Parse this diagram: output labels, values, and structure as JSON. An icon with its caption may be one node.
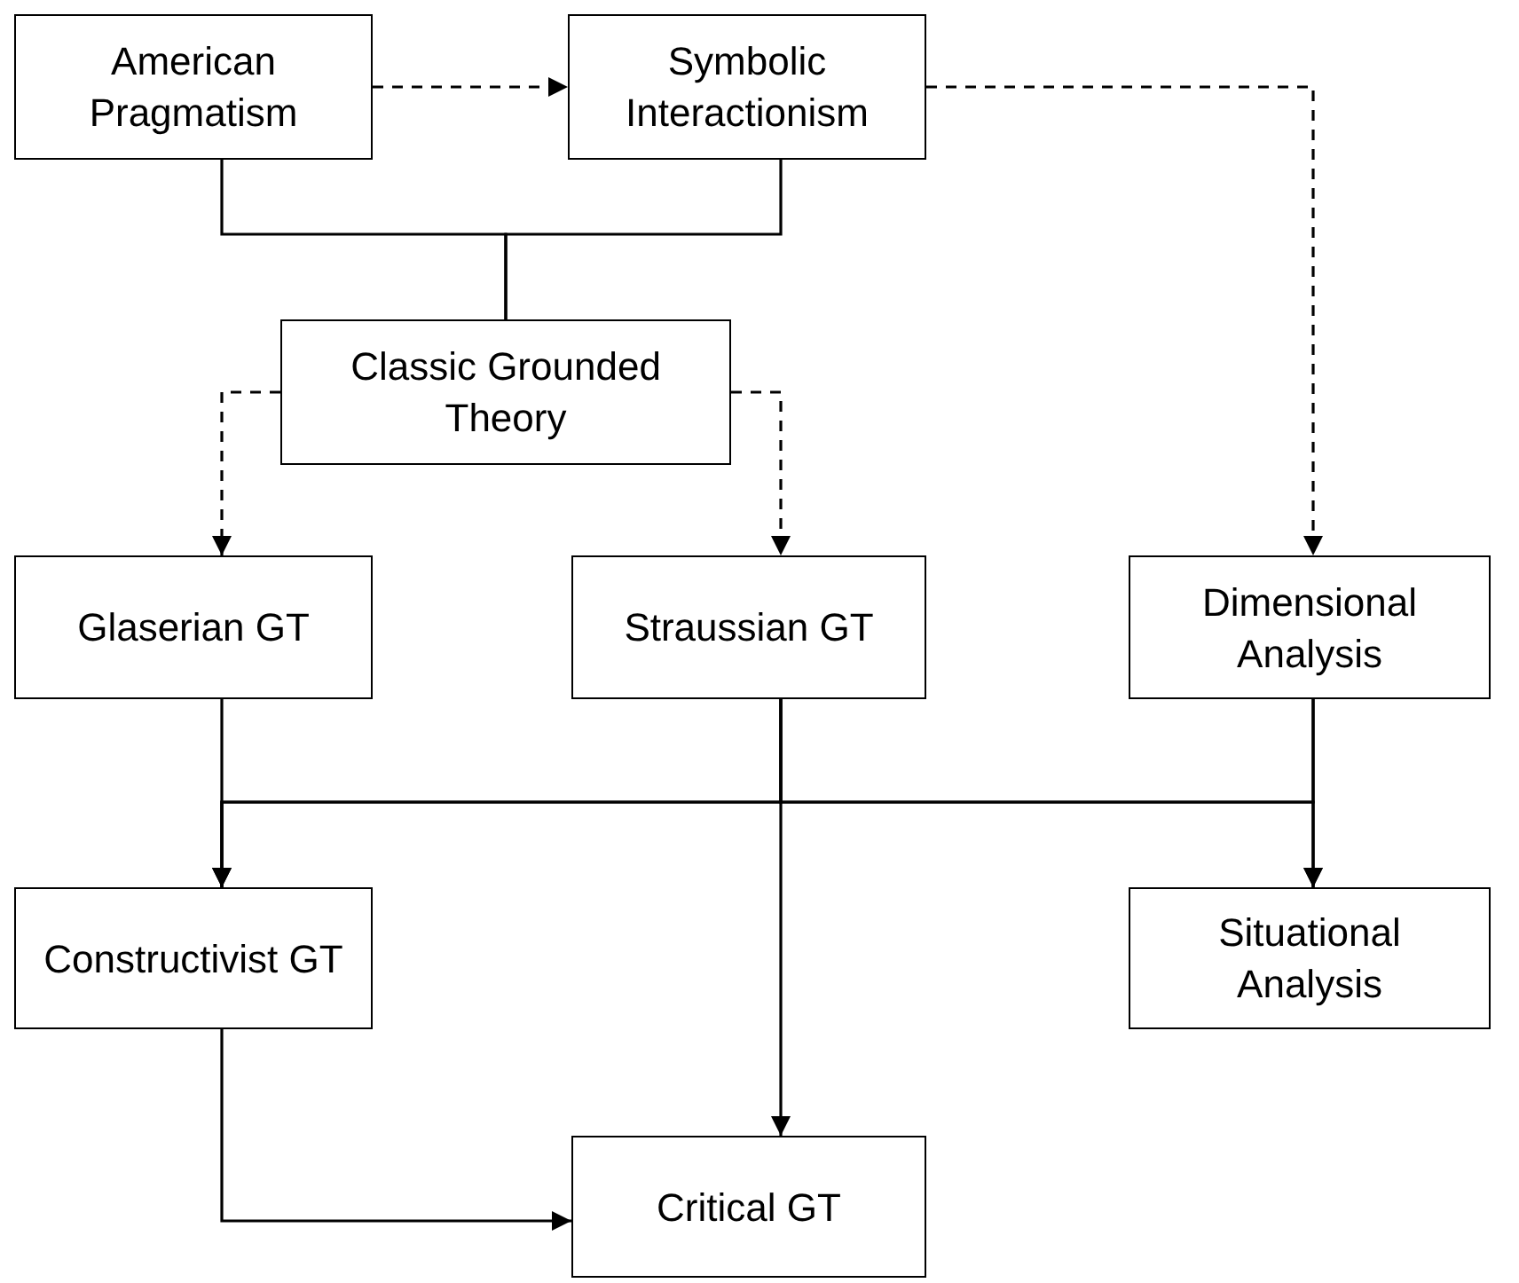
{
  "diagram": {
    "nodes": [
      {
        "text": [
          "American Pragmatism"
        ]
      },
      {
        "text": [
          "Symbolic Interactionism"
        ]
      },
      {
        "text": [
          "Classic Grounded Theory"
        ]
      },
      {
        "text": [
          "Glaserian GT"
        ]
      },
      {
        "text": [
          "Straussian GT"
        ]
      },
      {
        "text": [
          "Dimensional Analysis"
        ]
      },
      {
        "text": [
          "Constructivist GT"
        ]
      },
      {
        "text": [
          "Situational Analysis"
        ]
      },
      {
        "text": [
          "Critical GT"
        ]
      }
    ],
    "edges": [
      {
        "from": 0,
        "to": 1,
        "arrow": "to",
        "style": "dashed"
      },
      {
        "from": 0,
        "to": 2,
        "arrow": "none"
      },
      {
        "from": 1,
        "to": 2,
        "arrow": "none"
      },
      {
        "from": 2,
        "to": 3,
        "arrow": "to",
        "style": "dashed"
      },
      {
        "from": 2,
        "to": 4,
        "arrow": "to",
        "style": "dashed"
      },
      {
        "from": 1,
        "to": 5,
        "arrow": "to",
        "style": "dashed"
      },
      {
        "from": 3,
        "to": 6,
        "arrow": "to"
      },
      {
        "from": 4,
        "to": 6,
        "arrow": "to"
      },
      {
        "from": 4,
        "to": 8,
        "arrow": "to"
      },
      {
        "from": 4,
        "to": 7,
        "arrow": "to"
      },
      {
        "from": 5,
        "to": 7,
        "arrow": "to"
      },
      {
        "from": 5,
        "to": 6,
        "arrow": "to"
      },
      {
        "from": 6,
        "to": 8,
        "arrow": "to"
      }
    ]
  }
}
